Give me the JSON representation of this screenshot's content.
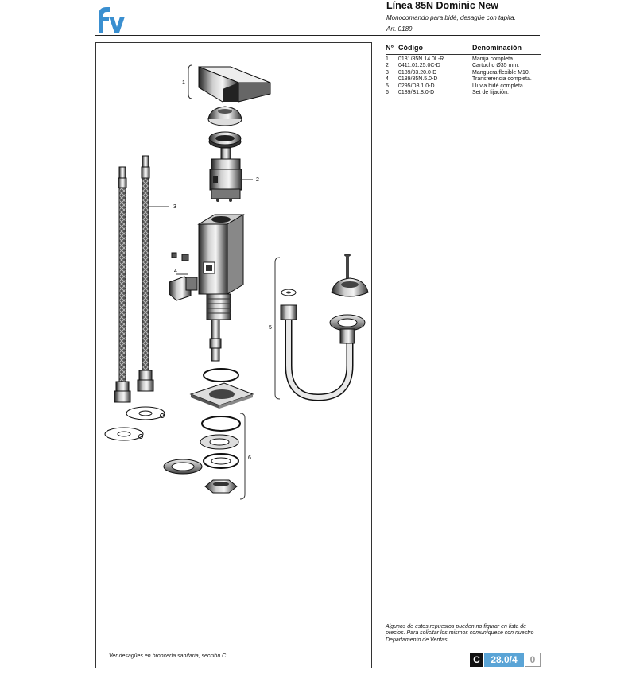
{
  "logo_text": "fv",
  "header": {
    "title": "Línea 85N Dominic New",
    "subtitle": "Monocomando para bidé, desagüe con tapita.",
    "article": "Art. 0189"
  },
  "parts_table": {
    "columns": [
      "N°",
      "Código",
      "Denominación"
    ],
    "rows": [
      {
        "n": "1",
        "code": "0181/85N.14.0L-R",
        "name": "Manija completa."
      },
      {
        "n": "2",
        "code": "0411.01.25.0C-D",
        "name": "Cartucho Ø35 mm."
      },
      {
        "n": "3",
        "code": "0189/93.20.0-D",
        "name": "Manguera flexible M10."
      },
      {
        "n": "4",
        "code": "0189/85N.5.0-D",
        "name": "Transferencia completa."
      },
      {
        "n": "5",
        "code": "0295/D8.1.0-D",
        "name": "Lluvia bidé completa."
      },
      {
        "n": "6",
        "code": "0189/B1.8.0-D",
        "name": "Set de fijación."
      }
    ]
  },
  "diagram": {
    "callouts": [
      "1",
      "2",
      "3",
      "4",
      "5",
      "6"
    ]
  },
  "footnote": "Ver desagües en broncería sanitaria, sección C.",
  "note": "Algunos de estos repuestos pueden no figurar en lista de precios. Para solicitar los mismos comuníquese con nuestro Departamento de Ventas.",
  "page": {
    "section": "C",
    "number": "28.0/4",
    "revision": "0"
  },
  "colors": {
    "brand_blue": "#3a8fd0",
    "page_blue": "#5aa4d6"
  }
}
